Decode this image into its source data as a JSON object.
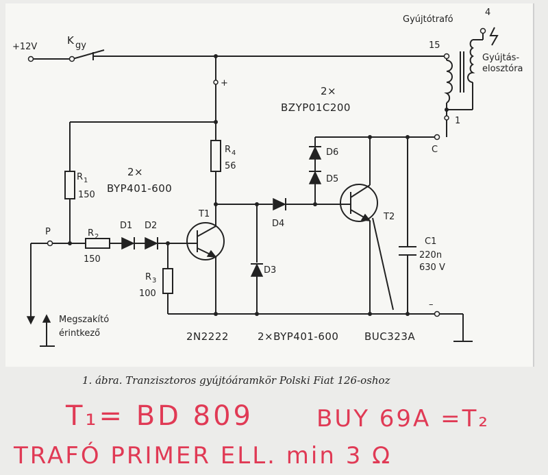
{
  "diagram": {
    "supply_label": "+12V",
    "switch_label": "K",
    "switch_sub": "gy",
    "coil_title": "Gyújtótrafó",
    "coil_pin_15": "15",
    "coil_pin_4": "4",
    "coil_pin_1": "1",
    "distributor_line1": "Gyújtás-",
    "distributor_line2": "elosztóra",
    "zener_count": "2×",
    "zener_type": "BZYP01C200",
    "diode_count": "2×",
    "diode_type": "BYP401-600",
    "r1_name": "R",
    "r1_sub": "1",
    "r1_value": "150",
    "r2_name": "R",
    "r2_sub": "2",
    "r2_value": "150",
    "r3_name": "R",
    "r3_sub": "3",
    "r3_value": "100",
    "r4_name": "R",
    "r4_sub": "4",
    "r4_value": "56",
    "d1": "D1",
    "d2": "D2",
    "d3": "D3",
    "d4": "D4",
    "d5": "D5",
    "d6": "D6",
    "t1": "T1",
    "t2": "T2",
    "c1_name": "C1",
    "c1_value1": "220n",
    "c1_value2": "630 V",
    "node_p": "P",
    "node_c": "C",
    "plus_sign": "+",
    "minus_sign": "–",
    "contact_line1": "Megszakító",
    "contact_line2": "érintkező",
    "bottom_t1": "2N2222",
    "bottom_diodes": "2×BYP401-600",
    "bottom_t2": "BUC323A"
  },
  "caption": "1. ábra. Tranzisztoros gyújtóáramkör Polski Fiat 126-oshoz",
  "handwriting": {
    "line1_left": "T₁= BD 809",
    "line1_right": "BUY 69A =T₂",
    "line2": "TRAFÓ PRIMER ELL. min 3 Ω"
  },
  "colors": {
    "ink": "#222222",
    "handwriting": "#e03a55",
    "paper": "#f7f7f4",
    "scan_bg": "#ececea"
  }
}
